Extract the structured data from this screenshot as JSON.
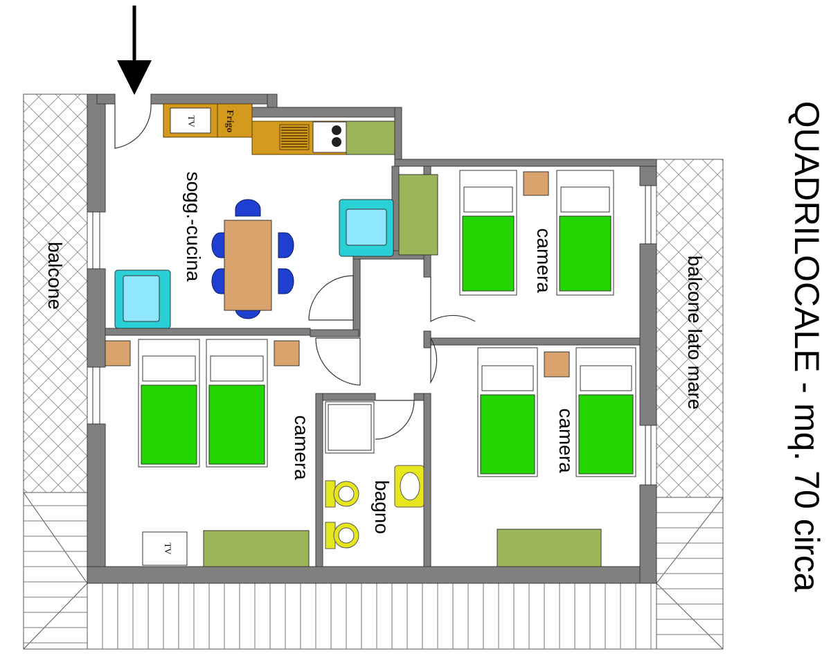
{
  "title": "QUADRILOCALE - mq. 70 circa",
  "rooms": {
    "living": "sogg.-cucina",
    "bedroom_ne": "camera",
    "bedroom_sw": "camera",
    "bedroom_se": "camera",
    "bathroom": "bagno",
    "balcony_west": "balcone",
    "balcony_east": "balcone lato mare"
  },
  "fixtures": {
    "fridge": "Frigo",
    "tv": "TV"
  },
  "colors": {
    "wall": "#808080",
    "wall_dark": "#404040",
    "bed": "#22d400",
    "wardrobe": "#9cb55a",
    "nightstand": "#d9a46e",
    "table": "#d9a46e",
    "chair": "#1e3fcf",
    "armchair": "#29d1d6",
    "kitchen": "#d49a1e",
    "sanitary": "#e6e61e"
  }
}
